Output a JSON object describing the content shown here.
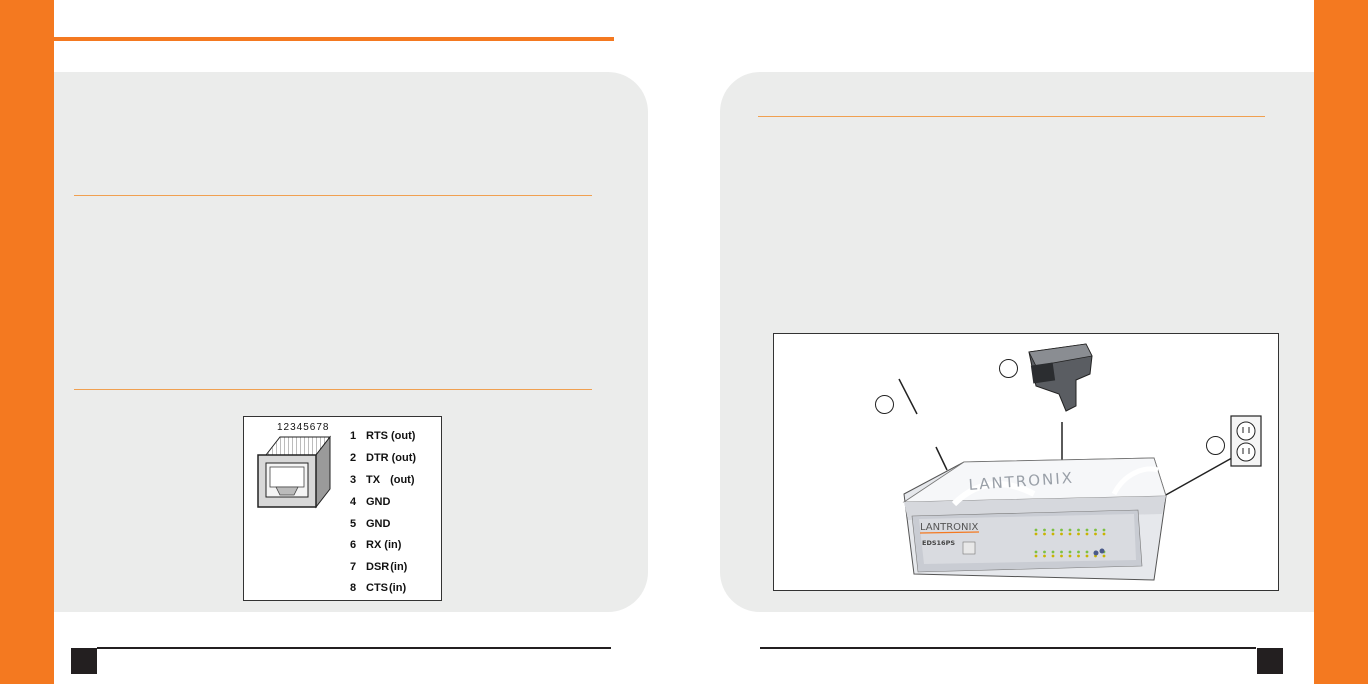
{
  "colors": {
    "accent": "#f47920",
    "panel": "#ebeceb",
    "rule": "#f0a050",
    "dark": "#231f20"
  },
  "left_page": {
    "rj45_pins_header": "12345678",
    "pins": [
      {
        "num": "1",
        "signal": "RTS",
        "dir": "(out)"
      },
      {
        "num": "2",
        "signal": "DTR",
        "dir": "(out)"
      },
      {
        "num": "3",
        "signal": "TX",
        "dir": "(out)"
      },
      {
        "num": "4",
        "signal": "GND",
        "dir": ""
      },
      {
        "num": "5",
        "signal": "GND",
        "dir": ""
      },
      {
        "num": "6",
        "signal": "RX",
        "dir": "(in)"
      },
      {
        "num": "7",
        "signal": "DSR",
        "dir": "(in)"
      },
      {
        "num": "8",
        "signal": "CTS",
        "dir": "(in)"
      }
    ]
  },
  "right_page": {
    "device": {
      "brand_top": "LANTRONIX",
      "brand_front": "LANTRONIX",
      "model": "EDS16PS"
    },
    "icons": [
      "barcode-scanner-icon",
      "power-outlet-icon",
      "network-cable-icon"
    ]
  }
}
